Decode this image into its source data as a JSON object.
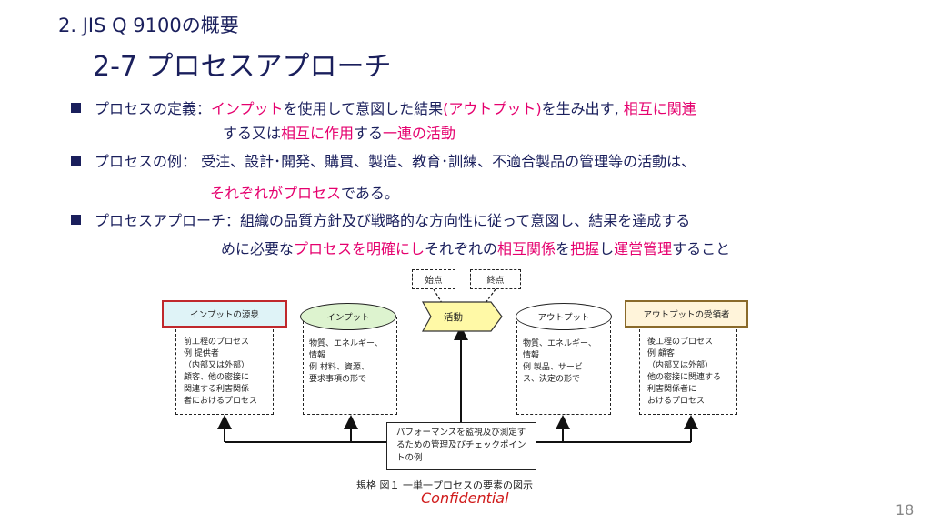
{
  "header": {
    "section": "2.  JIS Q 9100の概要",
    "title": "2-7  プロセスアプローチ"
  },
  "bullets": [
    {
      "line1": [
        {
          "t": "プロセスの定義：",
          "hl": false
        },
        {
          "t": "インプット",
          "hl": true
        },
        {
          "t": "を使用して意図した結果",
          "hl": false
        },
        {
          "t": "(アウトプット)",
          "hl": true
        },
        {
          "t": "を生み出す,   ",
          "hl": false
        },
        {
          "t": "相互に関連",
          "hl": true
        }
      ],
      "line2": [
        {
          "t": "する又は",
          "hl": false
        },
        {
          "t": "相互に作用",
          "hl": true
        },
        {
          "t": "する",
          "hl": false
        },
        {
          "t": "一連の活動",
          "hl": true
        }
      ]
    },
    {
      "line1": [
        {
          "t": "プロセスの例：  受注、設計･開発、購買、製造、教育･訓練、不適合製品の管理等の活動は、",
          "hl": false
        }
      ],
      "line2": [
        {
          "t": "それぞれがプロセス",
          "hl": true
        },
        {
          "t": "である。",
          "hl": false
        }
      ]
    },
    {
      "line1": [
        {
          "t": "プロセスアプローチ：組織の品質方針及び戦略的な方向性に従って意図し、結果を達成する",
          "hl": false
        }
      ],
      "line2": [
        {
          "t": "めに必要な",
          "hl": false
        },
        {
          "t": "プロセスを明確にし",
          "hl": true
        },
        {
          "t": "それぞれの",
          "hl": false
        },
        {
          "t": "相互関係",
          "hl": true
        },
        {
          "t": "を",
          "hl": false
        },
        {
          "t": "把握",
          "hl": true
        },
        {
          "t": "し",
          "hl": false
        },
        {
          "t": "運営管理",
          "hl": true
        },
        {
          "t": "すること",
          "hl": false
        }
      ]
    }
  ],
  "diagram": {
    "start_label": "始点",
    "end_label": "終点",
    "source_label": "インプットの源泉",
    "input_label": "インプット",
    "activity_label": "活動",
    "output_label": "アウトプット",
    "receiver_label": "アウトプットの受領者",
    "source_detail": [
      "前工程のプロセス",
      "例  提供者",
      "（内部又は外部）",
      "顧客、他の密接に",
      "関連する利害関係",
      "者におけるプロセス"
    ],
    "input_detail": [
      "物質、エネルギー、",
      "情報",
      "例  材料、資源、",
      "     要求事項の形で"
    ],
    "output_detail": [
      "物質、エネルギー、",
      "情報",
      "例  製品、サービ",
      "ス、決定の形で"
    ],
    "receiver_detail": [
      "後工程のプロセス",
      "例  顧客",
      "（内部又は外部）",
      "他の密接に関連する",
      "利害関係者に",
      "おけるプロセス"
    ],
    "performance_box": "パフォーマンスを監視及び測定するための管理及びチェックポイントの例",
    "caption": "規格   図１ 一単一プロセスの要素の図示"
  },
  "footer": {
    "confidential": "Confidential",
    "page_number": "18"
  },
  "colors": {
    "text": "#1a1f5c",
    "highlight": "#e5006e",
    "activity_fill": "#fff9a6",
    "input_fill": "#ddf3cf",
    "source_fill": "#dff3f7",
    "receiver_fill": "#fff4da"
  }
}
